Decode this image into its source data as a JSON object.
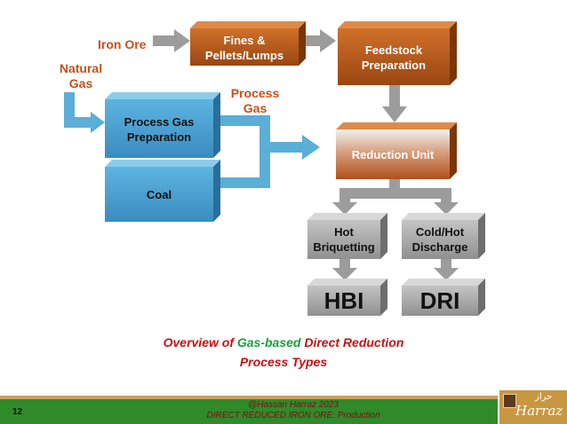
{
  "labels": {
    "iron_ore": "Iron Ore",
    "natural_gas_line1": "Natural",
    "natural_gas_line2": "Gas",
    "process_gas_line1": "Process",
    "process_gas_line2": "Gas"
  },
  "boxes": {
    "fines_line1": "Fines &",
    "fines_line2": "Pellets/Lumps",
    "feedstock_line1": "Feedstock",
    "feedstock_line2": "Preparation",
    "process_gas_prep_line1": "Process Gas",
    "process_gas_prep_line2": "Preparation",
    "coal": "Coal",
    "reduction_unit": "Reduction Unit",
    "hot_briquetting_line1": "Hot",
    "hot_briquetting_line2": "Briquetting",
    "discharge_line1": "Cold/Hot",
    "discharge_line2": "Discharge",
    "hbi": "HBI",
    "dri": "DRI"
  },
  "caption": {
    "part1": "Overview of ",
    "part2_green": "Gas-based",
    "part3": " Direct Reduction",
    "line2": "Process Types"
  },
  "footer": {
    "page_number": "12",
    "credit": "@Hassan Harraz 2023",
    "subtitle": "DIRECT REDUCED IRON ORE: Production",
    "logo_text": "Harraz",
    "logo_arabic": "حراز"
  },
  "colors": {
    "orange_box": "#b85a1a",
    "blue_box": "#4aa0d0",
    "gray_box": "#a8a8a8",
    "caption_red": "#c81010",
    "caption_green": "#12a23a",
    "footer_green": "#2f8a2a"
  }
}
